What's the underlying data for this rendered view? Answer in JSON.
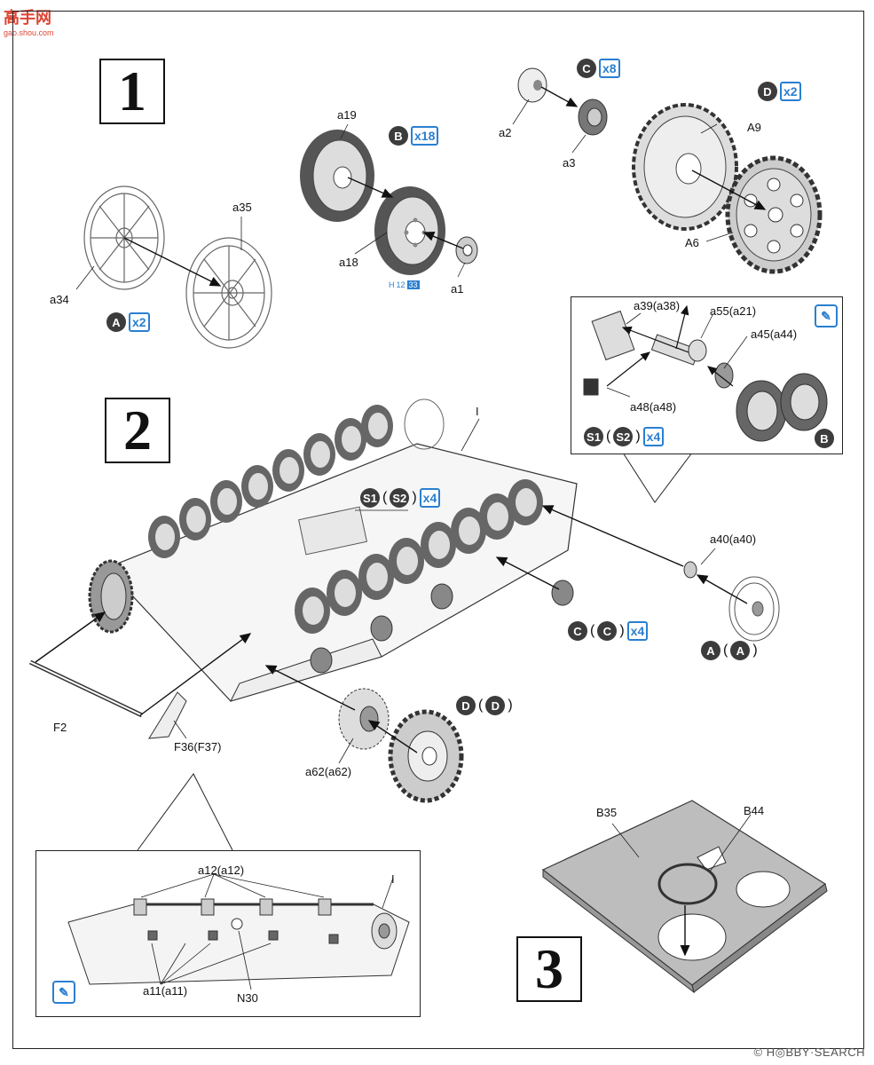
{
  "watermark": {
    "name": "高手网",
    "url": "gao.shou.com"
  },
  "footer": {
    "copyright": "©",
    "brand": "H◎BBY·SEARCH"
  },
  "steps": [
    "1",
    "2",
    "3"
  ],
  "step1": {
    "labels": {
      "a19": "a19",
      "a18": "a18",
      "a1": "a1",
      "a35": "a35",
      "a34": "a34",
      "a2": "a2",
      "a3": "a3",
      "A9": "A9",
      "A6": "A6"
    },
    "badges": [
      {
        "letter": "B",
        "count": "x18"
      },
      {
        "letter": "C",
        "count": "x8"
      },
      {
        "letter": "D",
        "count": "x2"
      },
      {
        "letter": "A",
        "count": "x2"
      }
    ],
    "color_ref": {
      "prefix": "H",
      "code1": "12",
      "code2": "33"
    }
  },
  "step2": {
    "labels": {
      "I": "I",
      "a40": "a40(a40)",
      "F2": "F2",
      "F36": "F36(F37)",
      "a62": "a62(a62)"
    },
    "badges": {
      "s_pair": {
        "l1": "S1",
        "l2": "S2",
        "count": "x4"
      },
      "c_pair": {
        "l1": "C",
        "l2": "C",
        "count": "x4"
      },
      "a_pair": {
        "l1": "A",
        "l2": "A"
      },
      "d_pair": {
        "l1": "D",
        "l2": "D"
      }
    },
    "callout_top": {
      "labels": {
        "a39": "a39(a38)",
        "a55": "a55(a21)",
        "a45": "a45(a44)",
        "a48": "a48(a48)"
      },
      "badge_b": "B",
      "s_pair": {
        "l1": "S1",
        "l2": "S2",
        "count": "x4"
      }
    },
    "callout_bottom": {
      "labels": {
        "a12": "a12(a12)",
        "I": "I",
        "a11": "a11(a11)",
        "N30": "N30"
      }
    }
  },
  "step3": {
    "labels": {
      "B35": "B35",
      "B44": "B44"
    }
  }
}
